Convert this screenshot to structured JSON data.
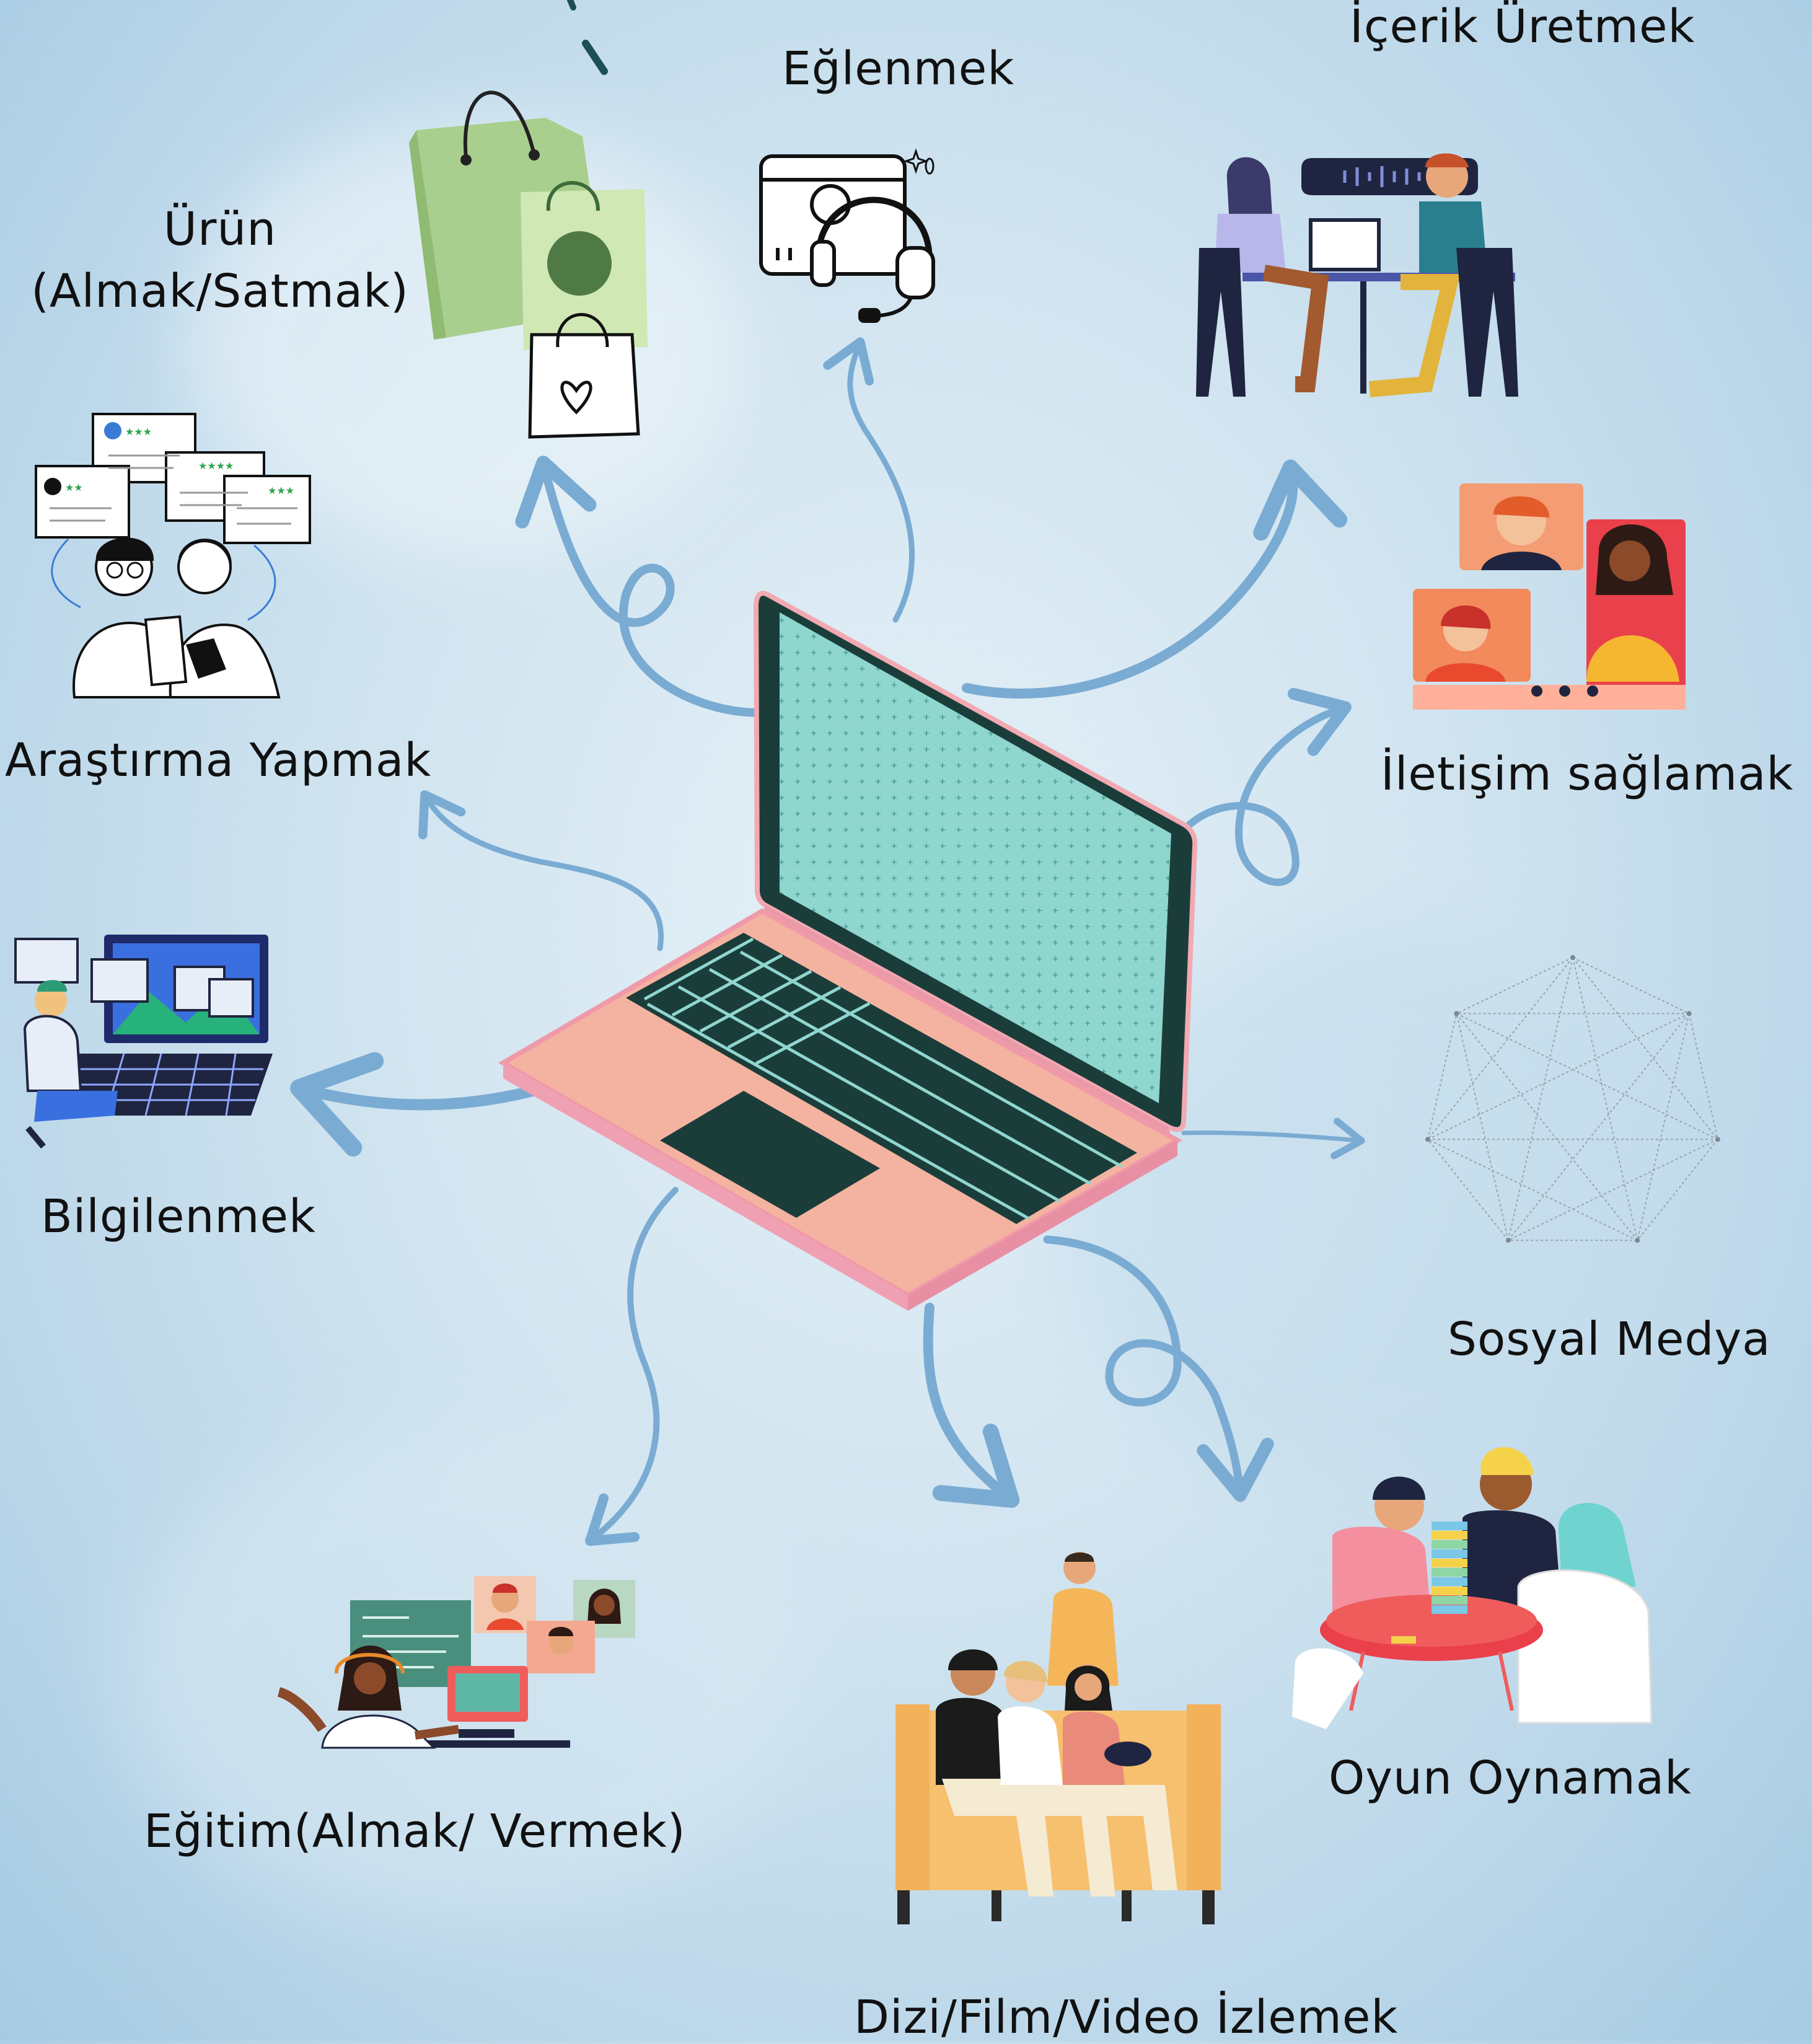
{
  "hub": {
    "icon": "laptop-icon"
  },
  "nodes": [
    {
      "id": "urun",
      "lines": [
        "Ürün",
        "(Almak/Satmak)"
      ],
      "icon": "shopping-bags-icon"
    },
    {
      "id": "eglenmek",
      "lines": [
        "Eğlenmek"
      ],
      "icon": "headset-icon"
    },
    {
      "id": "icerik",
      "lines": [
        "İçerik Üretmek"
      ],
      "icon": "podcast-people-icon"
    },
    {
      "id": "arastirma",
      "lines": [
        "Araştırma Yapmak"
      ],
      "icon": "review-readers-icon"
    },
    {
      "id": "iletisim",
      "lines": [
        "İletişim sağlamak"
      ],
      "icon": "video-call-icon"
    },
    {
      "id": "bilgilenmek",
      "lines": [
        "Bilgilenmek"
      ],
      "icon": "person-at-screen-icon"
    },
    {
      "id": "sosyal",
      "lines": [
        "Sosyal Medya"
      ],
      "icon": "network-heptagon-icon"
    },
    {
      "id": "egitim",
      "lines": [
        "Eğitim(Almak/ Vermek)"
      ],
      "icon": "online-class-icon"
    },
    {
      "id": "dizi",
      "lines": [
        "Dizi/Film/Video İzlemek"
      ],
      "icon": "people-on-sofa-icon"
    },
    {
      "id": "oyun",
      "lines": [
        "Oyun Oynamak"
      ],
      "icon": "board-game-icon"
    }
  ]
}
